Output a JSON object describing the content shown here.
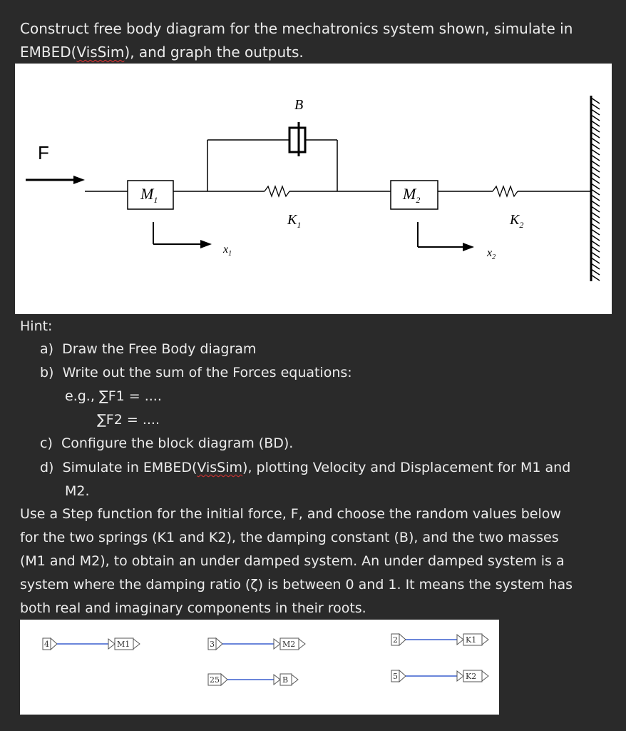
{
  "title": {
    "line1": "Construct free body diagram for the mechatronics system shown, simulate in",
    "line2_pre": "EMBED(",
    "line2_tool": "VisSim",
    "line2_post": "), and graph the outputs."
  },
  "diagram": {
    "force_label": "F",
    "mass1_label": "M1",
    "mass2_label": "M2",
    "damper_label": "B",
    "spring1_label": "K1",
    "spring2_label": "K2",
    "disp1_label": "x1",
    "disp2_label": "x2"
  },
  "hint": {
    "heading": "Hint:",
    "items": [
      {
        "marker": "a)",
        "text": "Draw the Free Body diagram"
      },
      {
        "marker": "b)",
        "text": "Write out the sum of the Forces equations:"
      },
      {
        "marker": "c)",
        "text": "Configure the block diagram (BD)."
      },
      {
        "marker": "d)",
        "pre": "Simulate in EMBED(",
        "tool": "VisSim",
        "post": "), plotting Velocity and Displacement for M1 and",
        "cont": "M2."
      }
    ],
    "eq1": "e.g., ∑F1 = ....",
    "eq2": "∑F2 = ...."
  },
  "paragraph": {
    "lines": [
      "Use a Step function for the initial force, F, and choose the random values below",
      "for the two springs (K1 and K2), the damping constant (B), and the two masses",
      "(M1 and M2), to obtain an under damped system. An under damped system is a",
      "system where the damping ratio (ζ) is between 0 and 1. It means the system has",
      "both real and imaginary components in their roots."
    ]
  },
  "vissim_blocks": [
    {
      "constant": "4",
      "variable": "M1"
    },
    {
      "constant": "3",
      "variable": "M2"
    },
    {
      "constant": "2",
      "variable": "K1"
    },
    {
      "constant": "25",
      "variable": "B"
    },
    {
      "constant": "5",
      "variable": "K2"
    }
  ]
}
